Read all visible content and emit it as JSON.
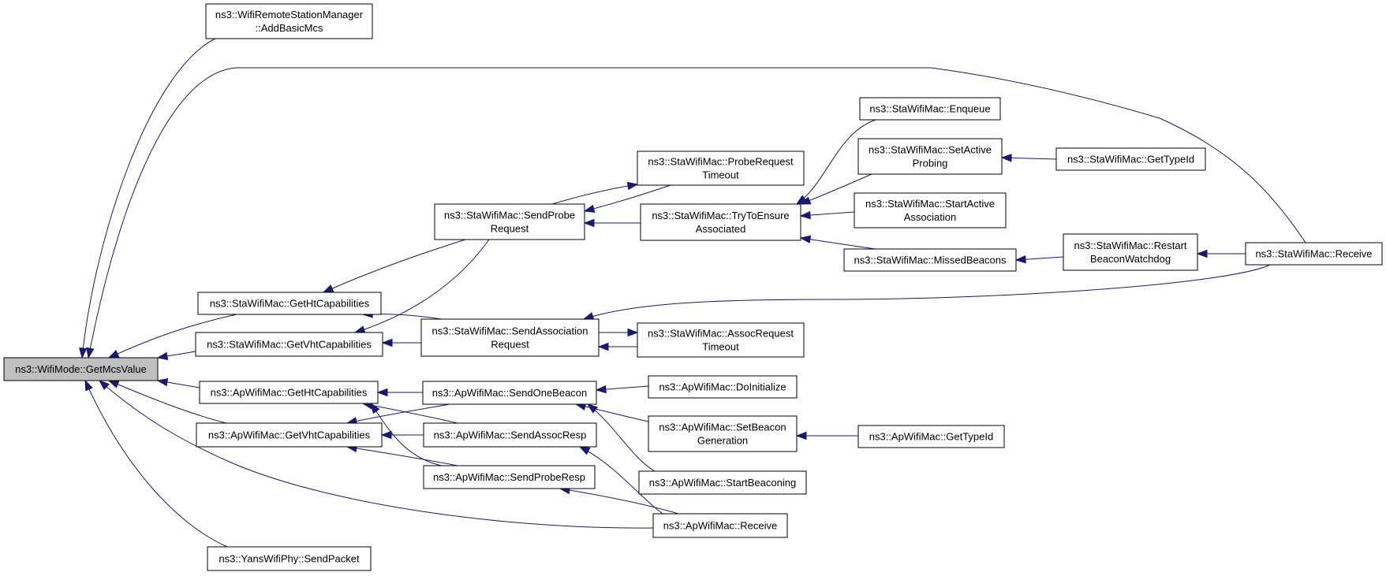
{
  "diagram": {
    "root": "ns3::WifiMode::GetMcsValue",
    "nodes": {
      "add_basic_mcs": [
        "ns3::WifiRemoteStationManager",
        "::AddBasicMcs"
      ],
      "root": [
        "ns3::WifiMode::GetMcsValue"
      ],
      "sta_ht": [
        "ns3::StaWifiMac::GetHtCapabilities"
      ],
      "sta_vht": [
        "ns3::StaWifiMac::GetVhtCapabilities"
      ],
      "ap_ht": [
        "ns3::ApWifiMac::GetHtCapabilities"
      ],
      "ap_vht": [
        "ns3::ApWifiMac::GetVhtCapabilities"
      ],
      "yans_send": [
        "ns3::YansWifiPhy::SendPacket"
      ],
      "sta_send_probe": [
        "ns3::StaWifiMac::SendProbe",
        "Request"
      ],
      "sta_send_assoc": [
        "ns3::StaWifiMac::SendAssociation",
        "Request"
      ],
      "ap_send_beacon": [
        "ns3::ApWifiMac::SendOneBeacon"
      ],
      "ap_send_assoc_resp": [
        "ns3::ApWifiMac::SendAssocResp"
      ],
      "ap_send_probe_resp": [
        "ns3::ApWifiMac::SendProbeResp"
      ],
      "sta_probe_timeout": [
        "ns3::StaWifiMac::ProbeRequest",
        "Timeout"
      ],
      "sta_try_ensure": [
        "ns3::StaWifiMac::TryToEnsure",
        "Associated"
      ],
      "sta_assoc_timeout": [
        "ns3::StaWifiMac::AssocRequest",
        "Timeout"
      ],
      "ap_do_init": [
        "ns3::ApWifiMac::DoInitialize"
      ],
      "ap_set_beacon_gen": [
        "ns3::ApWifiMac::SetBeacon",
        "Generation"
      ],
      "ap_start_beaconing": [
        "ns3::ApWifiMac::StartBeaconing"
      ],
      "ap_receive": [
        "ns3::ApWifiMac::Receive"
      ],
      "sta_enqueue": [
        "ns3::StaWifiMac::Enqueue"
      ],
      "sta_set_active_probing": [
        "ns3::StaWifiMac::SetActive",
        "Probing"
      ],
      "sta_start_active_assoc": [
        "ns3::StaWifiMac::StartActive",
        "Association"
      ],
      "sta_missed_beacons": [
        "ns3::StaWifiMac::MissedBeacons"
      ],
      "sta_get_type_id": [
        "ns3::StaWifiMac::GetTypeId"
      ],
      "sta_restart_watchdog": [
        "ns3::StaWifiMac::Restart",
        "BeaconWatchdog"
      ],
      "sta_receive": [
        "ns3::StaWifiMac::Receive"
      ],
      "ap_get_type_id": [
        "ns3::ApWifiMac::GetTypeId"
      ]
    },
    "edges": [
      [
        "add_basic_mcs",
        "root"
      ],
      [
        "sta_receive",
        "root"
      ],
      [
        "sta_ht",
        "root"
      ],
      [
        "sta_vht",
        "root"
      ],
      [
        "ap_ht",
        "root"
      ],
      [
        "ap_vht",
        "root"
      ],
      [
        "ap_receive",
        "root"
      ],
      [
        "yans_send",
        "root"
      ],
      [
        "sta_send_probe",
        "sta_ht"
      ],
      [
        "sta_send_assoc",
        "sta_ht"
      ],
      [
        "sta_send_probe",
        "sta_vht"
      ],
      [
        "sta_send_assoc",
        "sta_vht"
      ],
      [
        "ap_send_beacon",
        "ap_ht"
      ],
      [
        "ap_send_assoc_resp",
        "ap_ht"
      ],
      [
        "ap_send_probe_resp",
        "ap_ht"
      ],
      [
        "ap_send_beacon",
        "ap_vht"
      ],
      [
        "ap_send_assoc_resp",
        "ap_vht"
      ],
      [
        "ap_send_probe_resp",
        "ap_vht"
      ],
      [
        "sta_probe_timeout",
        "sta_send_probe"
      ],
      [
        "sta_try_ensure",
        "sta_send_probe"
      ],
      [
        "sta_send_probe",
        "sta_probe_timeout"
      ],
      [
        "sta_assoc_timeout",
        "sta_send_assoc"
      ],
      [
        "sta_receive",
        "sta_send_assoc"
      ],
      [
        "sta_send_assoc",
        "sta_assoc_timeout"
      ],
      [
        "ap_do_init",
        "ap_send_beacon"
      ],
      [
        "ap_set_beacon_gen",
        "ap_send_beacon"
      ],
      [
        "ap_start_beaconing",
        "ap_send_beacon"
      ],
      [
        "ap_receive",
        "ap_send_assoc_resp"
      ],
      [
        "ap_receive",
        "ap_send_probe_resp"
      ],
      [
        "sta_enqueue",
        "sta_try_ensure"
      ],
      [
        "sta_set_active_probing",
        "sta_try_ensure"
      ],
      [
        "sta_start_active_assoc",
        "sta_try_ensure"
      ],
      [
        "sta_missed_beacons",
        "sta_try_ensure"
      ],
      [
        "sta_get_type_id",
        "sta_set_active_probing"
      ],
      [
        "sta_restart_watchdog",
        "sta_missed_beacons"
      ],
      [
        "sta_receive",
        "sta_restart_watchdog"
      ],
      [
        "ap_get_type_id",
        "ap_set_beacon_gen"
      ]
    ],
    "colors": {
      "edge": "#191970",
      "root_fill": "#bfbfbf",
      "node_fill": "#ffffff",
      "node_border": "#000000"
    }
  }
}
